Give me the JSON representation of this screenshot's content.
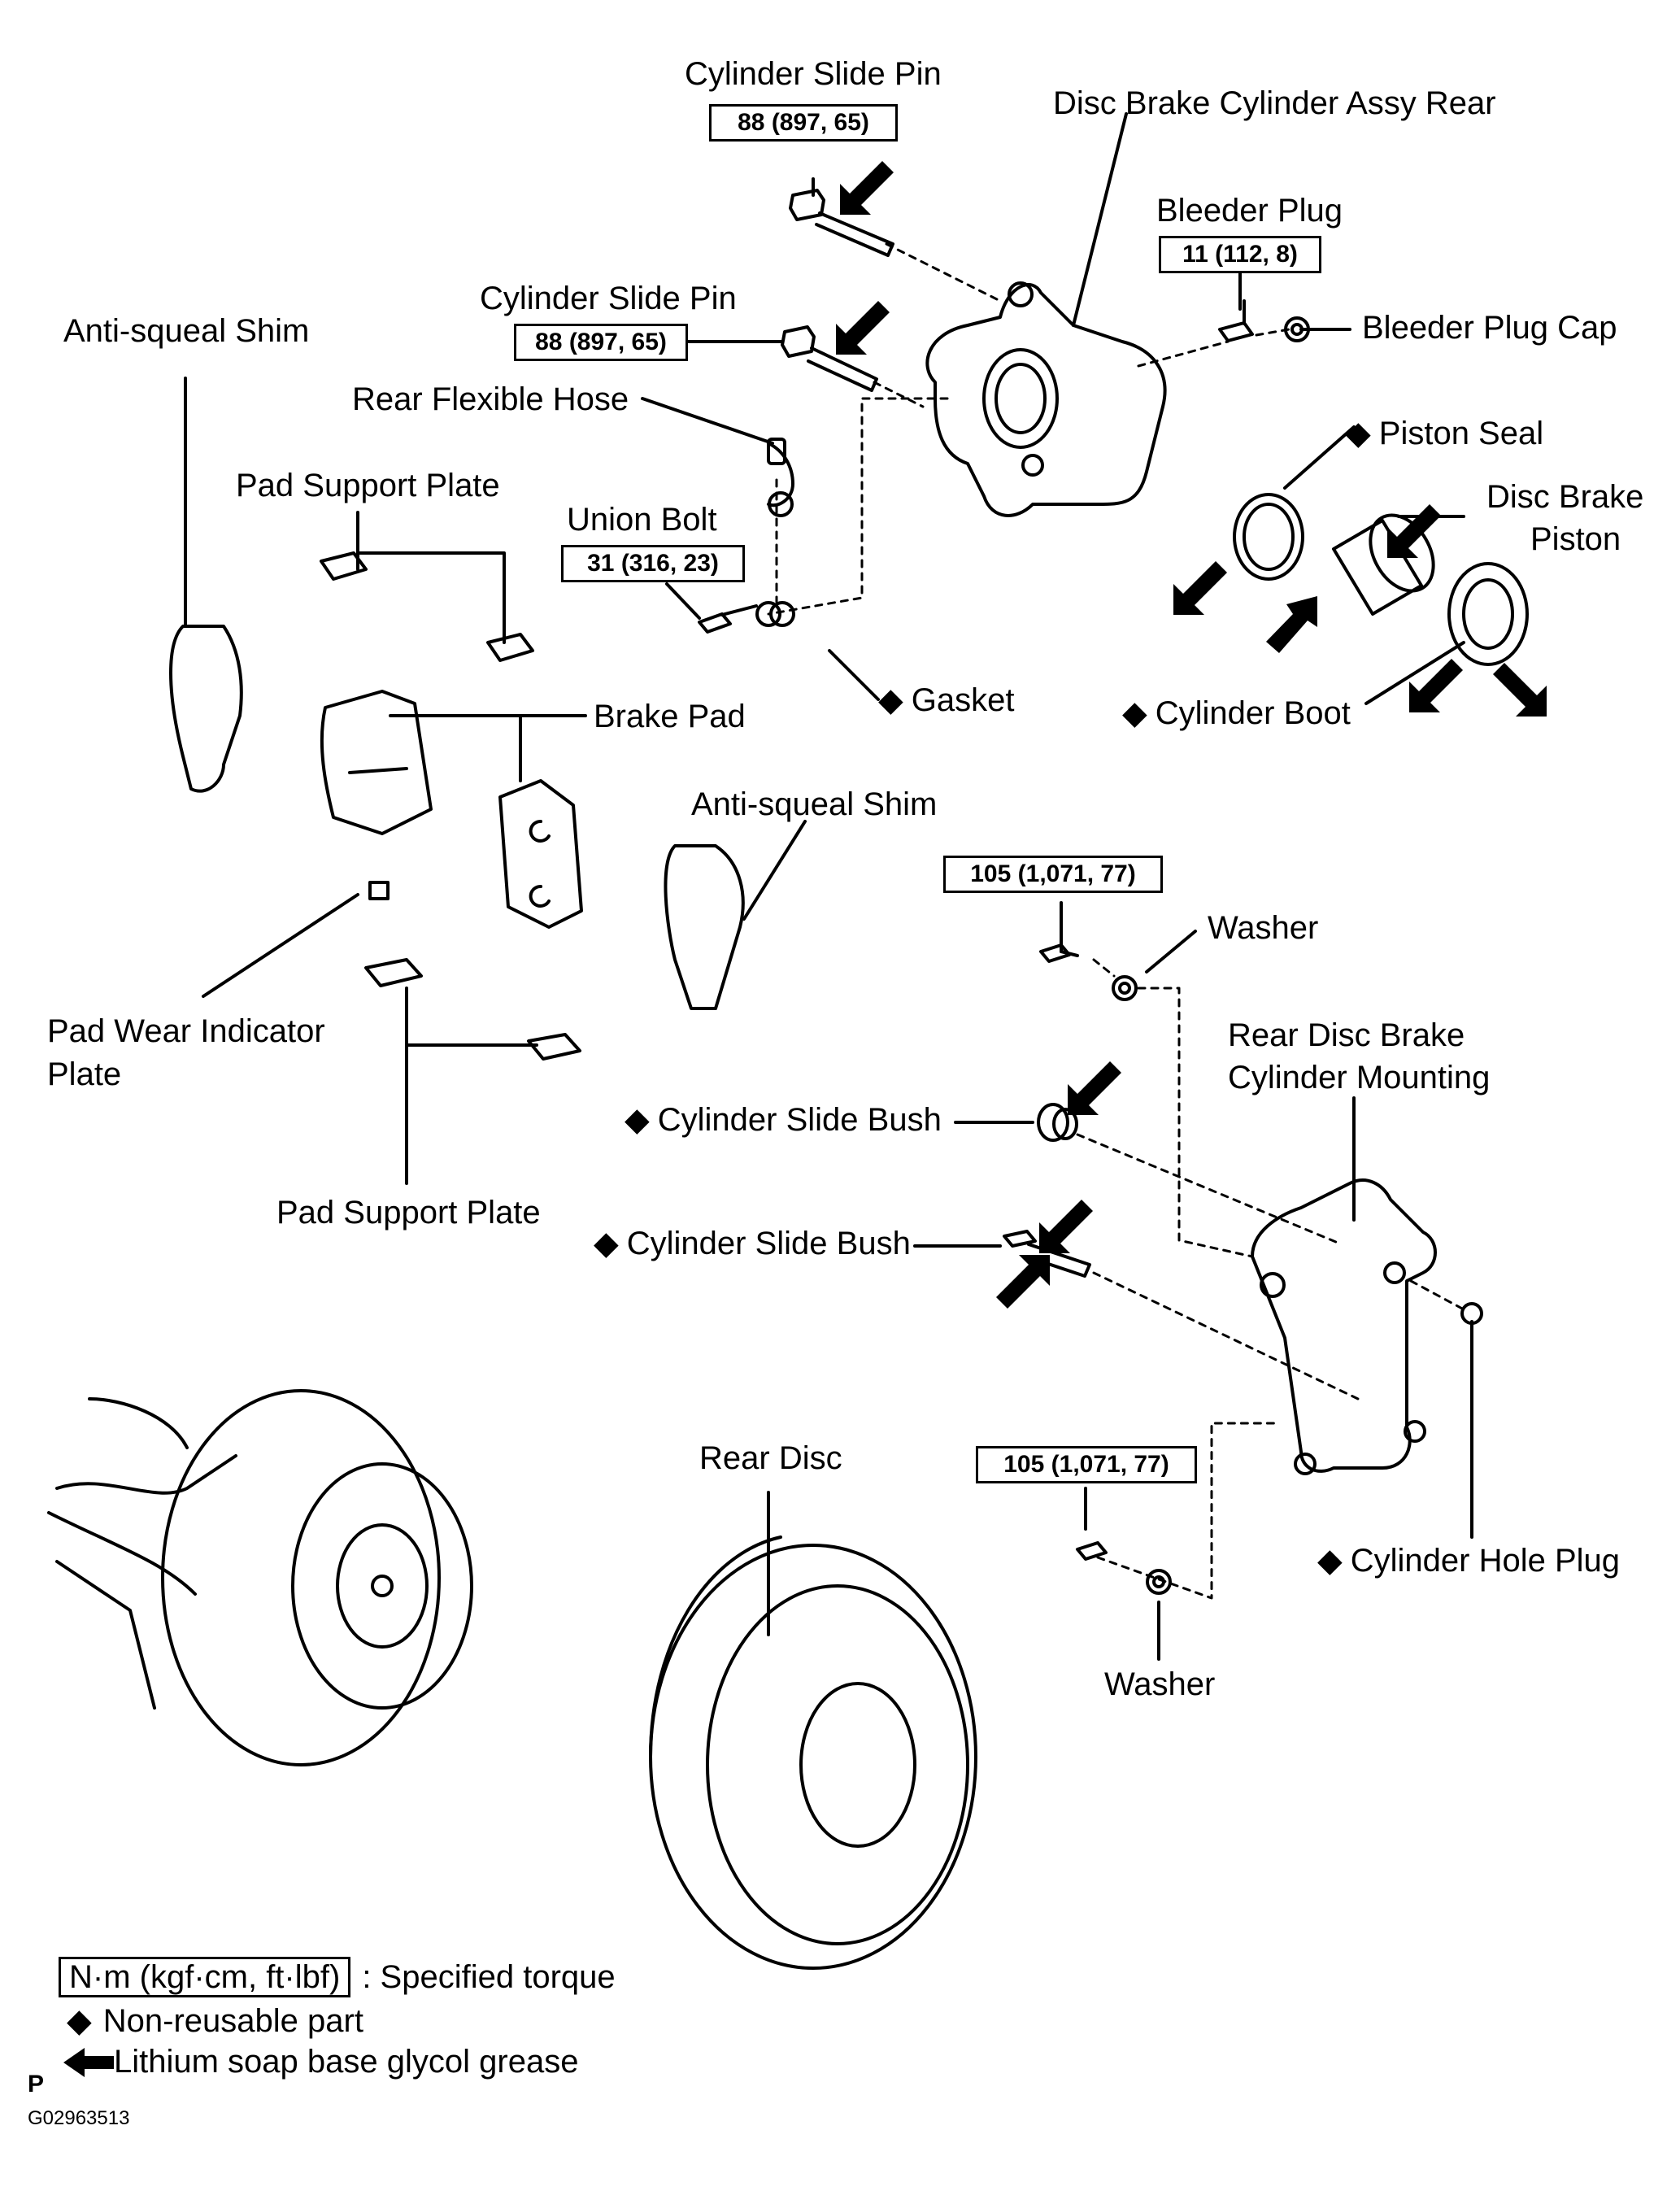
{
  "labels": {
    "slide_pin_top": "Cylinder Slide Pin",
    "assy_rear": "Disc Brake Cylinder Assy Rear",
    "bleeder_plug": "Bleeder Plug",
    "slide_pin_mid": "Cylinder Slide Pin",
    "anti_squeal_shim_left": "Anti-squeal  Shim",
    "bleeder_plug_cap": "Bleeder Plug Cap",
    "rear_flexible_hose": "Rear Flexible Hose",
    "piston_seal": "Piston Seal",
    "pad_support_plate_top": "Pad Support Plate",
    "union_bolt": "Union Bolt",
    "disc_brake_piston_1": "Disc Brake",
    "disc_brake_piston_2": "Piston",
    "gasket": "Gasket",
    "cylinder_boot": "Cylinder Boot",
    "brake_pad": "Brake Pad",
    "anti_squeal_shim_right": "Anti-squeal  Shim",
    "washer_top": "Washer",
    "pad_wear_indicator_1": "Pad Wear Indicator",
    "pad_wear_indicator_2": "Plate",
    "rear_mounting_1": "Rear Disc Brake",
    "rear_mounting_2": "Cylinder Mounting",
    "slide_bush_1": "Cylinder Slide Bush",
    "pad_support_plate_bottom": "Pad Support Plate",
    "slide_bush_2": "Cylinder Slide Bush",
    "rear_disc": "Rear Disc",
    "cylinder_hole_plug": "Cylinder Hole Plug",
    "washer_bottom": "Washer"
  },
  "torques": {
    "slide_pin_top": "88 (897, 65)",
    "bleeder_plug": "11 (112, 8)",
    "slide_pin_mid": "88 (897, 65)",
    "union_bolt": "31 (316, 23)",
    "mount_bolt_top": "105 (1,071, 77)",
    "mount_bolt_bottom": "105 (1,071, 77)"
  },
  "symbols": {
    "non_reusable": "◆",
    "grease": "⬅"
  },
  "legend": {
    "torque_unit": "N·m (kgf·cm, ft·lbf)",
    "torque_text": ": Specified torque",
    "non_reusable_text": "Non-reusable part",
    "grease_text": "Lithium soap base glycol grease"
  },
  "footer": {
    "p": "P",
    "code": "G02963513"
  }
}
